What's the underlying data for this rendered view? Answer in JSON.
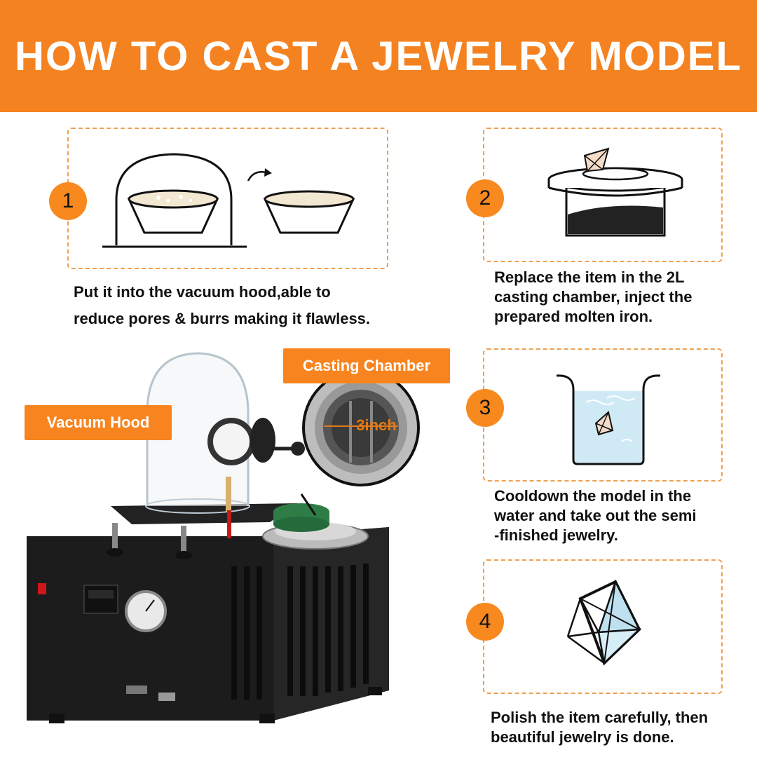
{
  "header": {
    "title": "HOW TO CAST A JEWELRY MODEL"
  },
  "steps": [
    {
      "number": "1",
      "text_line1": "Put it into the vacuum hood,able to",
      "text_line2": "reduce pores & burrs making it flawless."
    },
    {
      "number": "2",
      "text_line1": "Replace the item in the 2L",
      "text_line2": "casting chamber, inject the",
      "text_line3": "prepared molten iron."
    },
    {
      "number": "3",
      "text_line1": "Cooldown the model in the",
      "text_line2": "water and take out the semi",
      "text_line3": "-finished jewelry."
    },
    {
      "number": "4",
      "text_line1": "Polish the item carefully, then",
      "text_line2": "beautiful jewelry is done."
    }
  ],
  "machine": {
    "vacuum_hood_label": "Vacuum Hood",
    "casting_chamber_label": "Casting Chamber",
    "chamber_size_label": "3inch"
  },
  "colors": {
    "accent": "#f58220",
    "dashed_border": "#f0a050",
    "water": "#cfe9f5",
    "machine_body": "#1c1c1c"
  }
}
